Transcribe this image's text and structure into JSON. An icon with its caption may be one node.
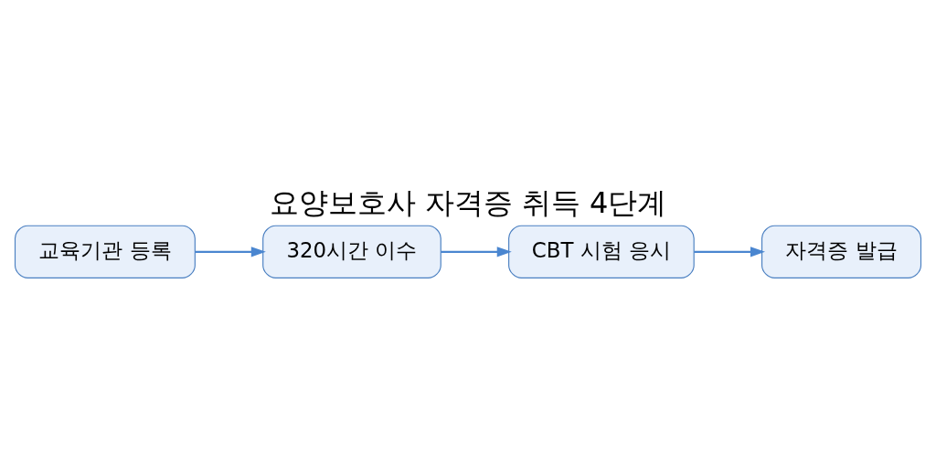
{
  "diagram": {
    "title": "요양보호사 자격증 취득 4단계",
    "nodes": [
      {
        "text": [
          "교육기관 등록"
        ]
      },
      {
        "text": [
          "320시간 이수"
        ]
      },
      {
        "text": [
          "CBT 시험 응시"
        ]
      },
      {
        "text": [
          "자격증 발급"
        ]
      }
    ],
    "edges": [
      {
        "from": 0,
        "to": 1,
        "arrow": "to"
      },
      {
        "from": 1,
        "to": 2,
        "arrow": "to"
      },
      {
        "from": 2,
        "to": 3,
        "arrow": "to"
      }
    ]
  }
}
